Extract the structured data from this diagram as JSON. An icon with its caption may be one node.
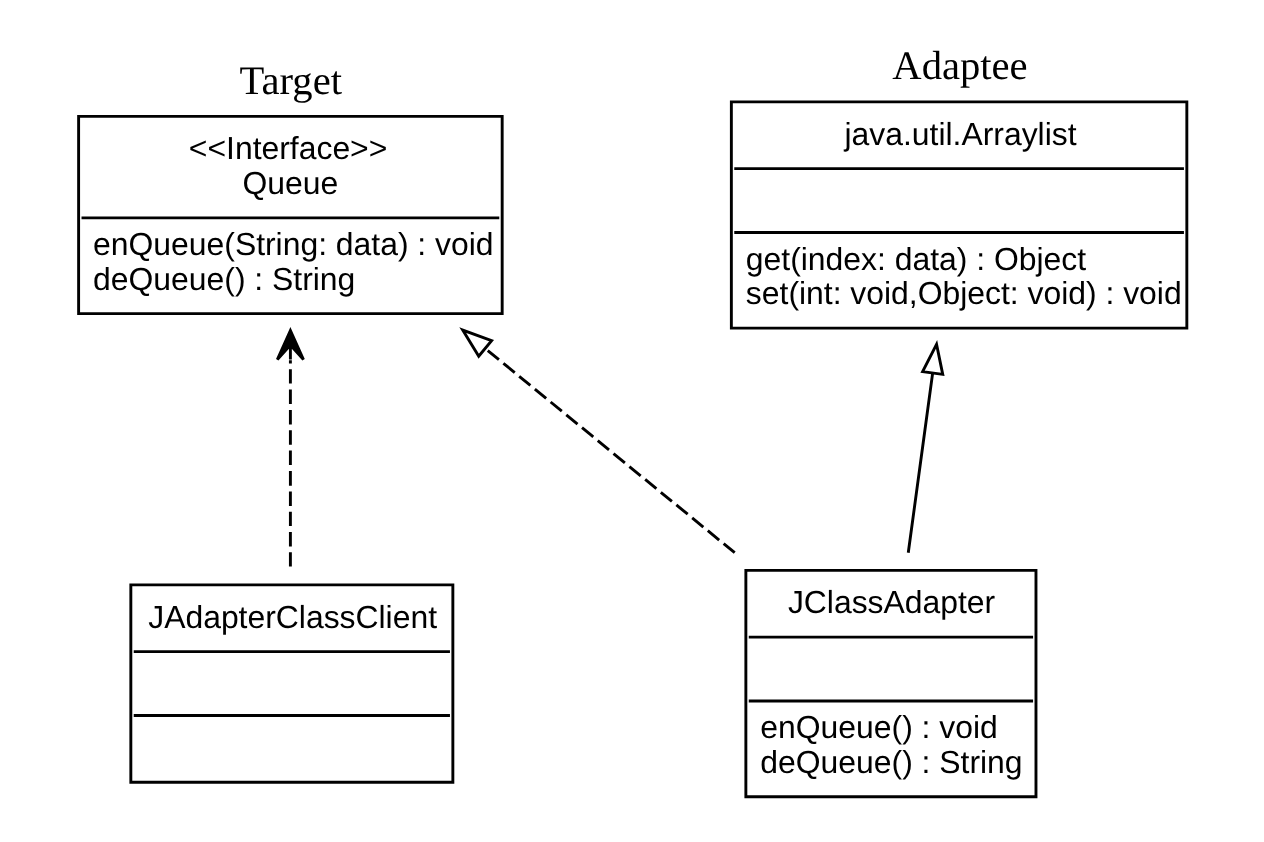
{
  "diagram": {
    "nodes": [
      {
        "text": [
          "<<Interface>>",
          "Queue",
          "enQueue(String: data) : void",
          "deQueue() : String"
        ],
        "beside": [
          "Target"
        ]
      },
      {
        "text": [
          "java.util.Arraylist",
          "get(index: data) : Object",
          "set(int: void,Object: void) : void"
        ],
        "beside": [
          "Adaptee"
        ]
      },
      {
        "text": [
          "JAdapterClassClient"
        ]
      },
      {
        "text": [
          "JClassAdapter",
          "enQueue() : void",
          "deQueue() : String"
        ]
      }
    ],
    "edges": [
      {
        "from": 2,
        "to": 0,
        "arrow": "to",
        "style": "dashed"
      },
      {
        "from": 3,
        "to": 0,
        "arrow": "to",
        "style": "dashed"
      },
      {
        "from": 3,
        "to": 1,
        "arrow": "to"
      }
    ]
  }
}
